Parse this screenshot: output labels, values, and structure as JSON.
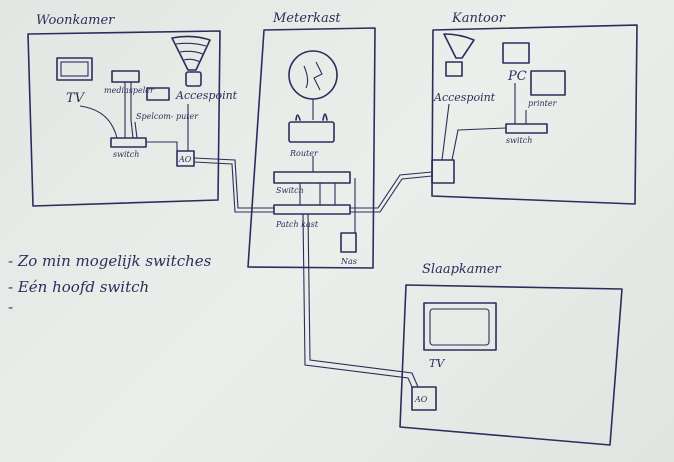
{
  "rooms": {
    "woonkamer": {
      "title": "Woonkamer",
      "tv": "TV",
      "mediaspeler": "mediaspeler",
      "spelcomputer": "Spelcom- puter",
      "accesspoint": "Accespoint",
      "switch": "switch",
      "wall_socket": "AO"
    },
    "meterkast": {
      "title": "Meterkast",
      "router": "Router",
      "switch": "Switch",
      "patchkast": "Patch kast",
      "nas": "Nas"
    },
    "kantoor": {
      "title": "Kantoor",
      "accesspoint": "Accespoint",
      "pc": "PC",
      "printer": "printer",
      "switch": "switch"
    },
    "slaapkamer": {
      "title": "Slaapkamer",
      "tv": "TV",
      "wall_socket": "AO"
    }
  },
  "notes": [
    "- Zo min mogelijk switches",
    "- Eén hoofd switch",
    "-"
  ],
  "colors": {
    "ink": "#2b2e5c",
    "paper": "#e6e8e5"
  }
}
